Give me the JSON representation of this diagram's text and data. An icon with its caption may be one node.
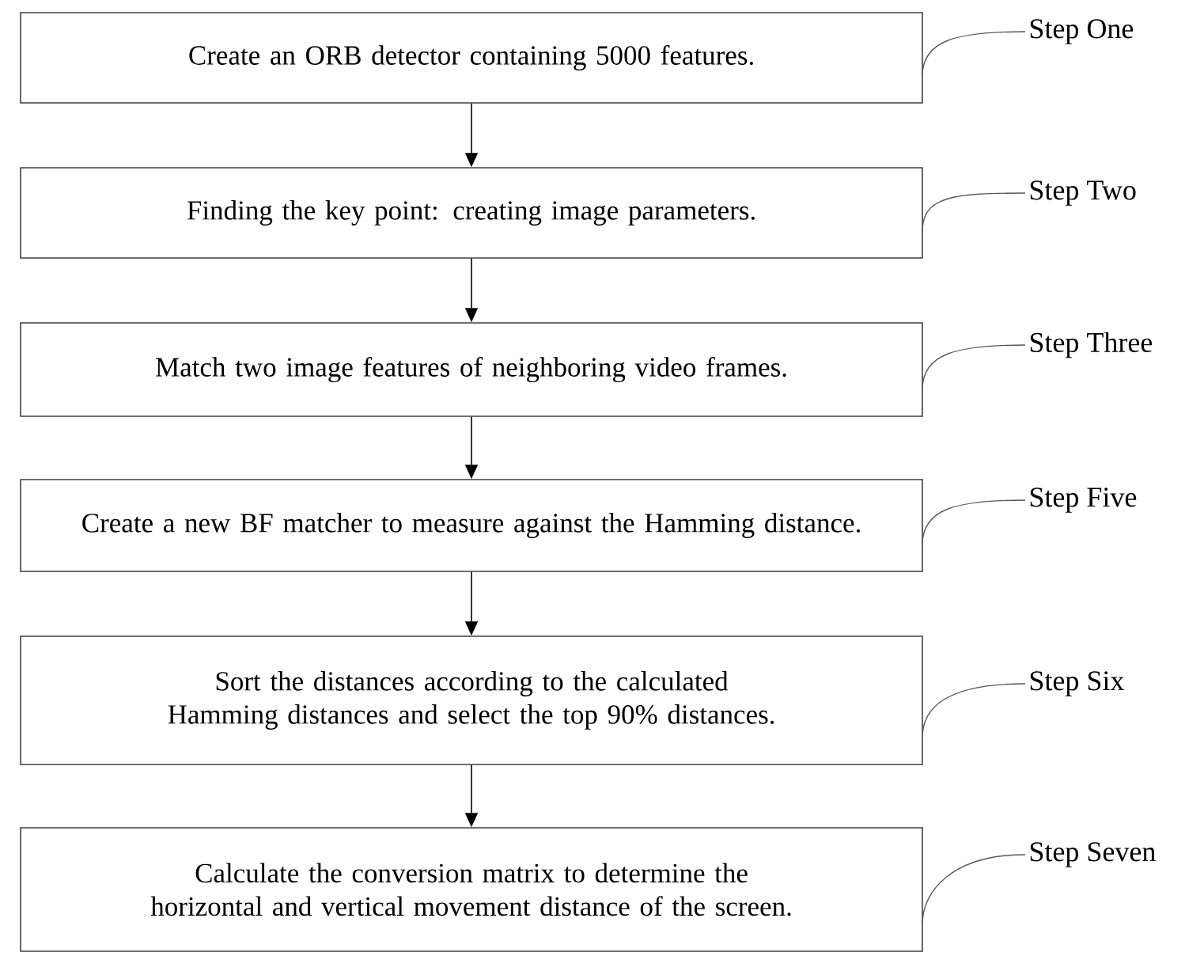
{
  "diagram": {
    "nodes": [
      {
        "text": [
          "Create an ORB detector containing 5000 features."
        ]
      },
      {
        "text": [
          "Finding the key point: creating image parameters."
        ]
      },
      {
        "text": [
          "Match two image features of neighboring video frames."
        ]
      },
      {
        "text": [
          "Create a new BF matcher to measure against the Hamming distance."
        ]
      },
      {
        "text": [
          "Sort the distances according to the calculated Hamming distances and select the top 90% distances."
        ]
      },
      {
        "text": [
          "Calculate the conversion matrix to determine the horizontal and vertical movement distance of the screen."
        ]
      },
      {
        "text": [
          "Step One"
        ]
      },
      {
        "text": [
          "Step Two"
        ]
      },
      {
        "text": [
          "Step Three"
        ]
      },
      {
        "text": [
          "Step Five"
        ]
      },
      {
        "text": [
          "Step Six"
        ]
      },
      {
        "text": [
          "Step Seven"
        ]
      }
    ],
    "edges": [
      {
        "from": 0,
        "to": 1,
        "arrow": "to"
      },
      {
        "from": 1,
        "to": 2,
        "arrow": "to"
      },
      {
        "from": 2,
        "to": 3,
        "arrow": "to"
      },
      {
        "from": 3,
        "to": 4,
        "arrow": "to"
      },
      {
        "from": 4,
        "to": 5,
        "arrow": "to"
      },
      {
        "from": 6,
        "to": 0,
        "arrow": "none"
      },
      {
        "from": 7,
        "to": 1,
        "arrow": "none"
      },
      {
        "from": 8,
        "to": 2,
        "arrow": "none"
      },
      {
        "from": 9,
        "to": 3,
        "arrow": "none"
      },
      {
        "from": 10,
        "to": 4,
        "arrow": "none"
      },
      {
        "from": 11,
        "to": 5,
        "arrow": "none"
      }
    ]
  }
}
